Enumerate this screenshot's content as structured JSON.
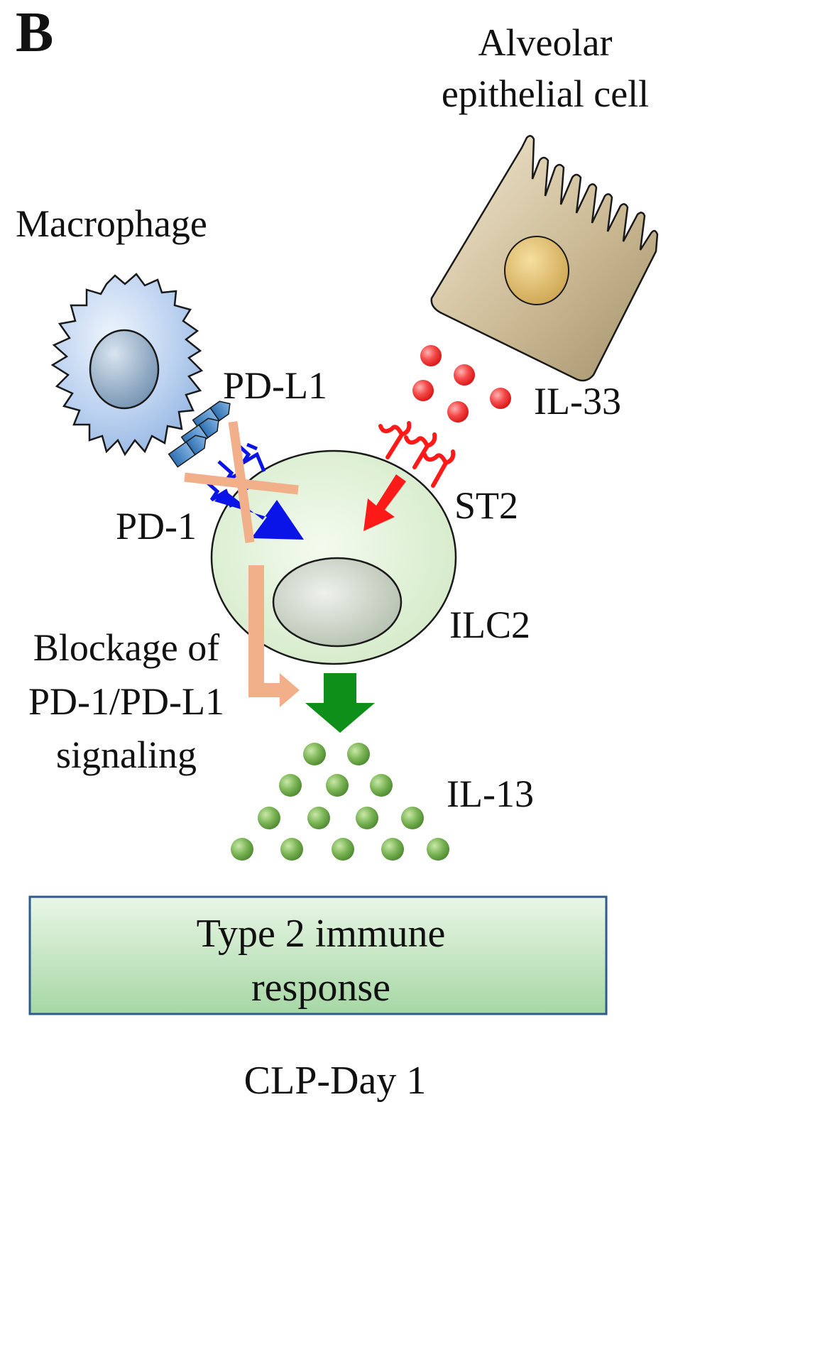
{
  "panel_letter": "B",
  "labels": {
    "epithelial_cell_line1": "Alveolar",
    "epithelial_cell_line2": "epithelial cell",
    "macrophage": "Macrophage",
    "pd_l1": "PD-L1",
    "il_33": "IL-33",
    "st2": "ST2",
    "pd_1": "PD-1",
    "ilc2": "ILC2",
    "blockage_line1": "Blockage of",
    "blockage_line2": "PD-1/PD-L1",
    "blockage_line3": "signaling",
    "il_13": "IL-13",
    "response_line1": "Type 2 immune",
    "response_line2": "response",
    "footer": "CLP-Day 1"
  },
  "colors": {
    "macrophage_fill": "#a9c5ea",
    "epithelial_fill": "#c9b892",
    "ilc2_fill": "#dcefd2",
    "il33_red": "#f02a2a",
    "st2_red": "#ff1a1a",
    "pd1_blue": "#0a14e6",
    "pdl1_blue": "#3b7fc4",
    "blockage_peach": "#f2b08a",
    "il13_green": "#6ea84a",
    "output_arrow_green": "#0d8f1a",
    "response_box_border": "#2e5b8f",
    "response_box_fill_top": "#e9f6e6",
    "response_box_fill_bottom": "#a6d7a4"
  }
}
